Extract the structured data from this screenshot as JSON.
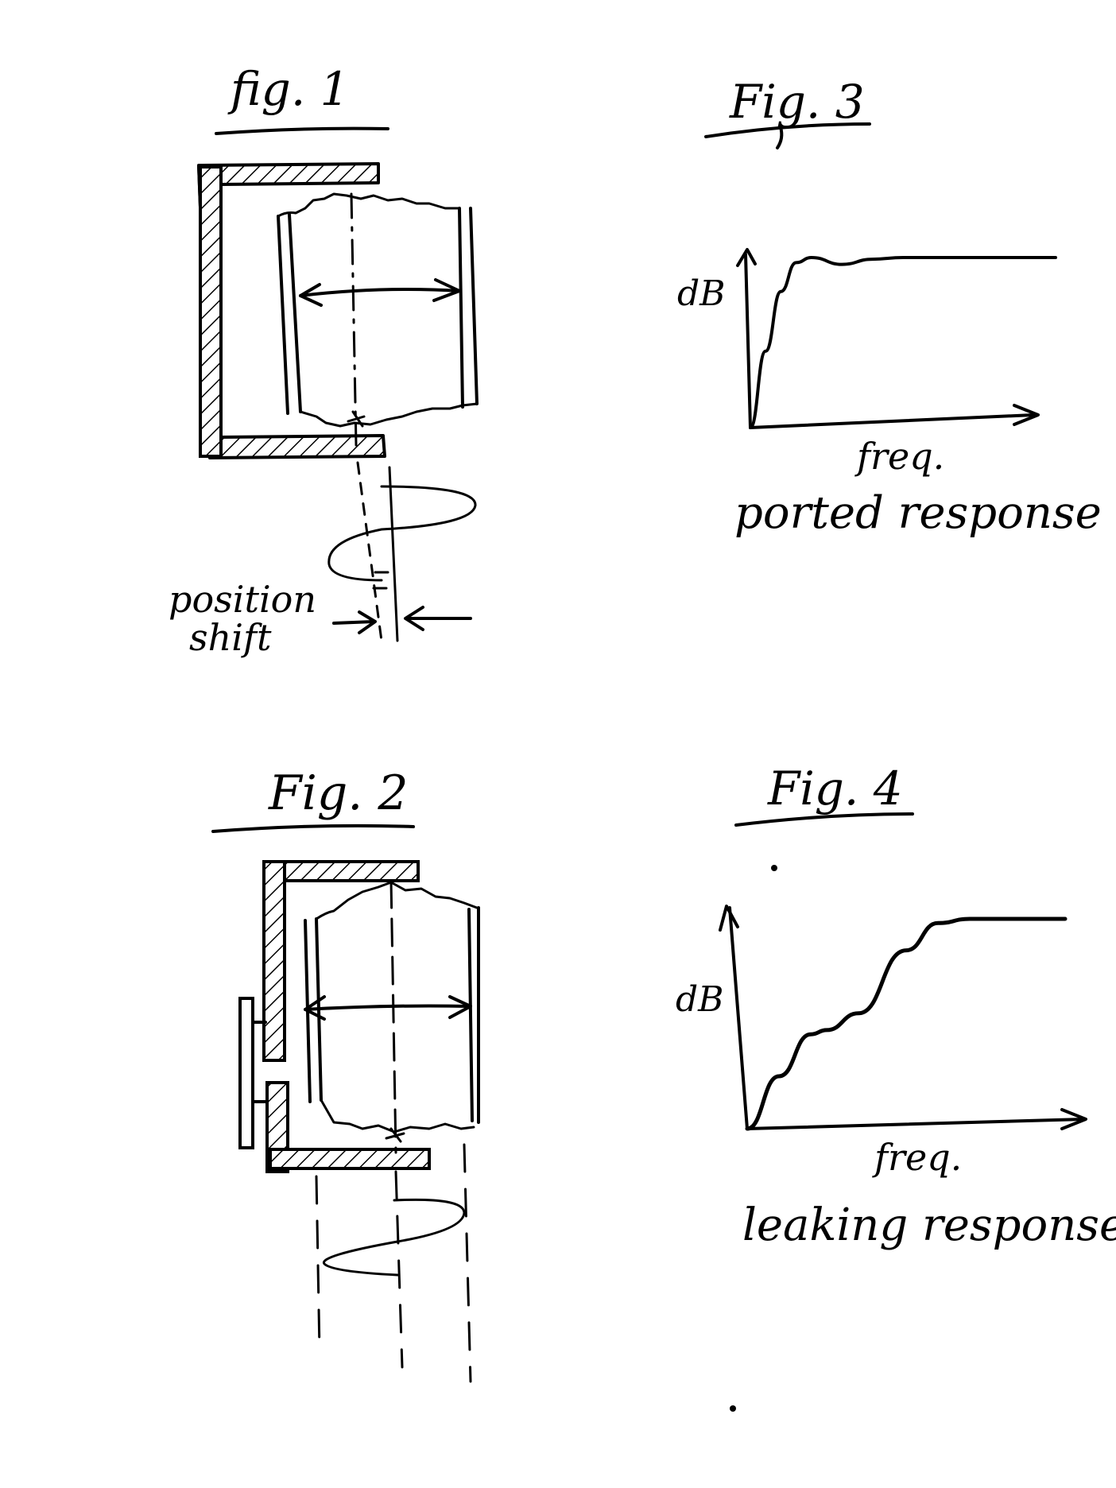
{
  "figures": {
    "fig1": {
      "title": "fig. 1",
      "annotation_line1": "position",
      "annotation_line2": "shift"
    },
    "fig2": {
      "title": "Fig. 2"
    },
    "fig3": {
      "title": "Fig. 3",
      "ylabel": "dB",
      "xlabel": "freq.",
      "caption": "ported response"
    },
    "fig4": {
      "title": "Fig. 4",
      "ylabel": "dB",
      "xlabel": "freq.",
      "caption": "leaking response"
    }
  },
  "chart_data": [
    {
      "type": "line",
      "title": "Fig. 3",
      "xlabel": "freq.",
      "ylabel": "dB",
      "caption": "ported response",
      "x": [
        0,
        0.05,
        0.1,
        0.15,
        0.2,
        0.3,
        0.4,
        0.5,
        1.0
      ],
      "y": [
        0,
        0.45,
        0.8,
        0.97,
        1.0,
        0.96,
        0.99,
        1.0,
        1.0
      ]
    },
    {
      "type": "line",
      "title": "Fig. 4",
      "xlabel": "freq.",
      "ylabel": "dB",
      "caption": "leaking response",
      "x": [
        0,
        0.1,
        0.2,
        0.25,
        0.35,
        0.5,
        0.6,
        0.7,
        1.0
      ],
      "y": [
        0,
        0.25,
        0.45,
        0.47,
        0.55,
        0.85,
        0.98,
        1.0,
        1.0
      ]
    }
  ]
}
